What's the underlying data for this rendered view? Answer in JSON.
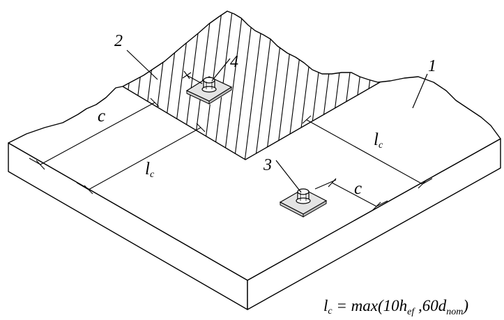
{
  "labels": {
    "callout_1": "1",
    "callout_2": "2",
    "callout_3": "3",
    "callout_4": "4",
    "dim_c_left": "c",
    "dim_lc_left": "l",
    "dim_lc_left_sub": "c",
    "dim_lc_right": "l",
    "dim_lc_right_sub": "c",
    "dim_c_right": "c"
  },
  "formula": {
    "lhs": "l",
    "lhs_sub": "c",
    "eq": " = max(10h",
    "sub_ef": "ef",
    "mid": " ,60d",
    "sub_nom": "nom",
    "end": ")"
  },
  "colors": {
    "line": "#000000",
    "plate_fill": "#e4e4e4",
    "background": "#ffffff"
  }
}
